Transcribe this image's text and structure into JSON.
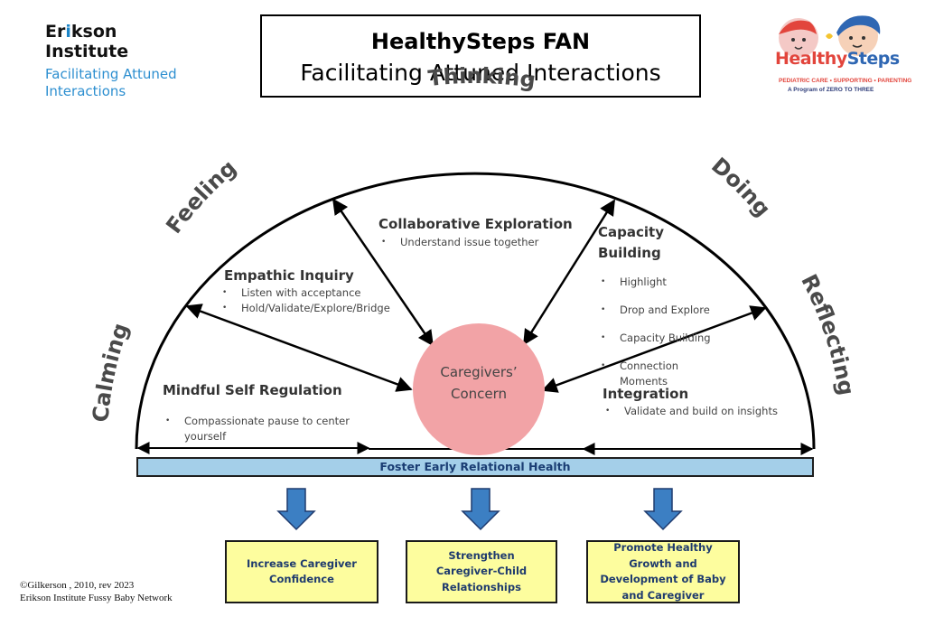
{
  "logos": {
    "erikson": {
      "name_prefix": "Er",
      "name_accent": "i",
      "name_rest": "kson\nInstitute",
      "subtitle": "Facilitating Attuned\nInteractions"
    },
    "healthysteps": {
      "wordmark_a": "Healthy",
      "wordmark_b": "Steps",
      "tagline": "PEDIATRIC CARE • SUPPORTING • PARENTING",
      "tagline2": "A Program of ZERO TO THREE"
    }
  },
  "title": {
    "main": "HealthySteps FAN",
    "sub": "Facilitating Attuned Interactions"
  },
  "fan": {
    "arc_labels": {
      "thinking": "Thinking",
      "feeling": "Feeling",
      "doing": "Doing",
      "calming": "Calming",
      "reflecting": "Reflecting"
    },
    "center": "Caregivers’\nConcern",
    "sections": {
      "collaborative": {
        "title": "Collaborative Exploration",
        "bullets": [
          "Understand issue  together"
        ]
      },
      "empathic": {
        "title": "Empathic Inquiry",
        "bullets": [
          "Listen with acceptance",
          "Hold/Validate/Explore/Bridge"
        ]
      },
      "capacity": {
        "title": "Capacity\nBuilding",
        "bullets": [
          "Highlight",
          "Drop and Explore",
          "Capacity Building",
          "Connection\nMoments"
        ]
      },
      "mindful": {
        "title": "Mindful Self Regulation",
        "bullets": [
          "Compassionate pause to center\nyourself"
        ]
      },
      "integration": {
        "title": "Integration",
        "bullets": [
          "Validate and build on insights"
        ]
      }
    }
  },
  "foster_bar": "Foster Early Relational Health",
  "outcomes": [
    "Increase Caregiver\nConfidence",
    "Strengthen\nCaregiver-Child\nRelationships",
    "Promote Healthy\nGrowth and\nDevelopment of Baby\nand Caregiver"
  ],
  "copyright": "©Gilkerson , 2010, rev 2023\nErikson Institute Fussy Baby Network",
  "colors": {
    "center_circle": "#f2a3a6",
    "foster_bar": "#a4cfe9",
    "outcome_box": "#fdfd9e",
    "down_arrow": "#3c7fc3",
    "erikson_accent": "#2d8fd0",
    "healthysteps_red": "#e2453c",
    "healthysteps_blue": "#2f67b3"
  }
}
